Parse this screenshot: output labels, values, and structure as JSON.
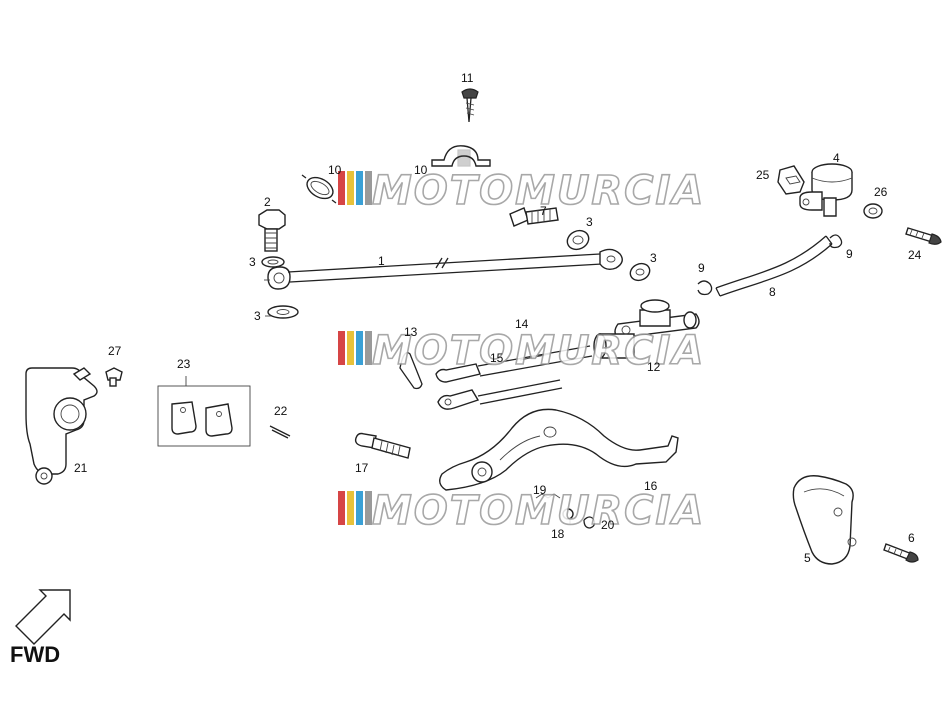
{
  "diagram": {
    "callouts": {
      "c1": "1",
      "c2": "2",
      "c3a": "3",
      "c3b": "3",
      "c3c": "3",
      "c3d": "3",
      "c4": "4",
      "c5": "5",
      "c6": "6",
      "c7": "7",
      "c8": "8",
      "c9a": "9",
      "c9b": "9",
      "c10a": "10",
      "c10b": "10",
      "c11": "11",
      "c12": "12",
      "c13": "13",
      "c14": "14",
      "c15": "15",
      "c16": "16",
      "c17": "17",
      "c18": "18",
      "c19": "19",
      "c20": "20",
      "c21": "21",
      "c22": "22",
      "c23": "23",
      "c24": "24",
      "c25": "25",
      "c26": "26",
      "c27": "27"
    },
    "direction_label": "FWD",
    "watermark": {
      "text": "MOTOMURCIA",
      "stripe_colors": [
        "#d64545",
        "#e8c23a",
        "#3aa0d6",
        "#9a9a9a"
      ]
    }
  }
}
